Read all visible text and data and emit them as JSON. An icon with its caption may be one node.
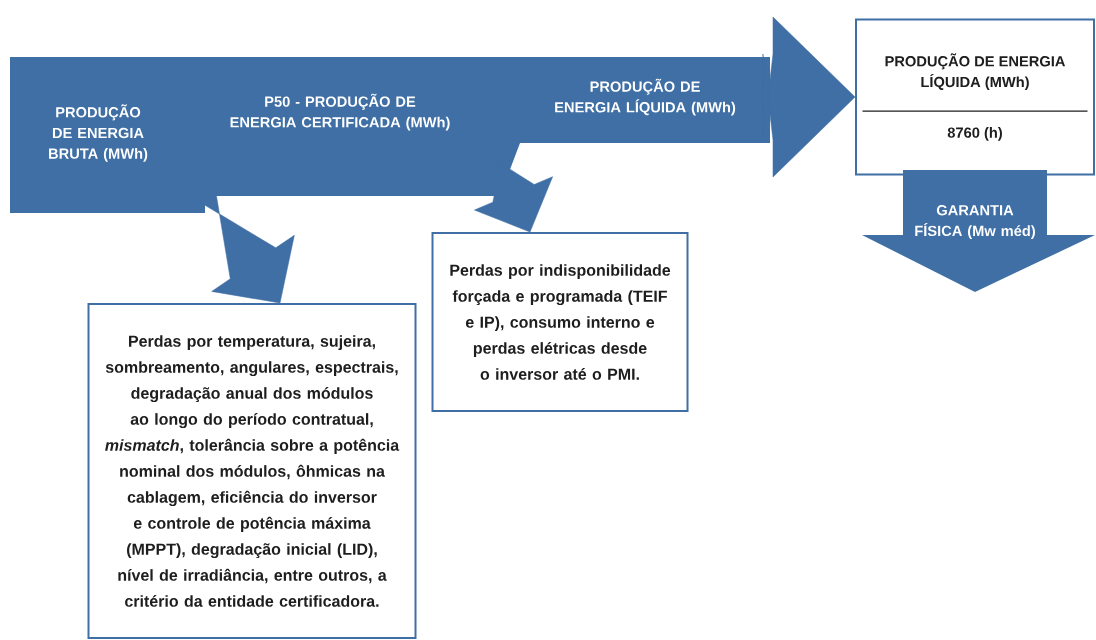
{
  "diagram": {
    "nodes": [
      {
        "text": [
          "PRODUÇÃO DE ENERGIA BRUTA (MWh)"
        ]
      },
      {
        "text": [
          "P50 - PRODUÇÃO DE ENERGIA CERTIFICADA (MWh)"
        ]
      },
      {
        "text": [
          "PRODUÇÃO DE ENERGIA LÍQUIDA (MWh)"
        ]
      },
      {
        "text": [
          "PRODUÇÃO DE ENERGIA LÍQUIDA (MWh)",
          "8760 (h)"
        ]
      },
      {
        "text": [
          "Perdas por temperatura, sujeira, sombreamento, angulares, espectrais, degradação anual dos módulos ao longo do período contratual, *mismatch*, tolerância sobre a potência nominal dos módulos, ôhmicas na cablagem, eficiência do inversor e controle de potência máxima (MPPT), degradação inicial (LID), nível de irradiância, entre outros, a critério da entidade certificadora."
        ]
      },
      {
        "text": [
          "Perdas por indisponibilidade forçada e programada (TEIF e IP), consumo interno e perdas elétricas desde o inversor até o PMI."
        ]
      },
      {
        "text": [
          "GARANTIA FÍSICA (Mw méd)"
        ]
      }
    ],
    "edges": [
      {
        "from": 0,
        "to": 4,
        "arrow": "to"
      },
      {
        "from": 1,
        "to": 5,
        "arrow": "to"
      },
      {
        "from": 2,
        "to": 3,
        "arrow": "to"
      }
    ]
  }
}
